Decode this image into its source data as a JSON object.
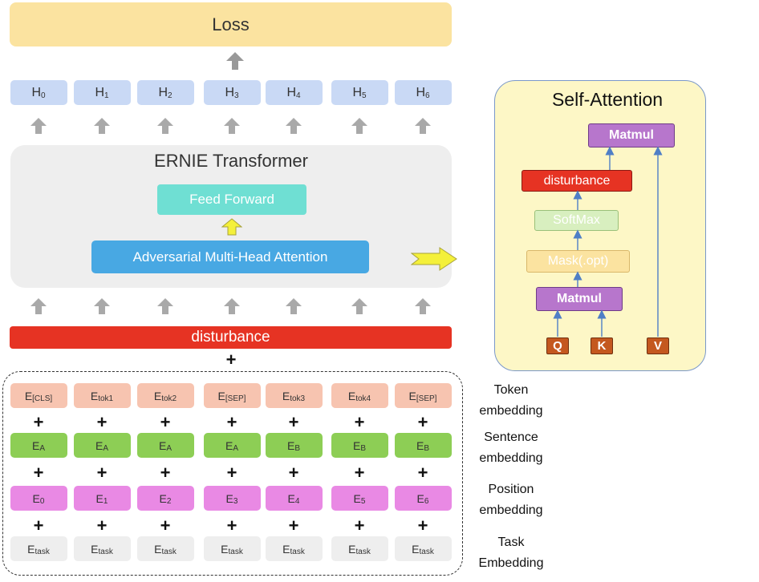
{
  "loss": "Loss",
  "outputs": [
    {
      "base": "H",
      "sub": "0"
    },
    {
      "base": "H",
      "sub": "1"
    },
    {
      "base": "H",
      "sub": "2"
    },
    {
      "base": "H",
      "sub": "3"
    },
    {
      "base": "H",
      "sub": "4"
    },
    {
      "base": "H",
      "sub": "5"
    },
    {
      "base": "H",
      "sub": "6"
    }
  ],
  "transformer": {
    "title": "ERNIE Transformer",
    "feed_forward": "Feed Forward",
    "attention": "Adversarial Multi-Head Attention"
  },
  "disturbance": "disturbance",
  "plus": "+",
  "embeddings": {
    "token": [
      {
        "base": "E",
        "sub": "[CLS]"
      },
      {
        "base": "E",
        "sub": "tok1"
      },
      {
        "base": "E",
        "sub": "tok2"
      },
      {
        "base": "E",
        "sub": "[SEP]"
      },
      {
        "base": "E",
        "sub": "tok3"
      },
      {
        "base": "E",
        "sub": "tok4"
      },
      {
        "base": "E",
        "sub": "[SEP]"
      }
    ],
    "sentence": [
      {
        "base": "E",
        "sub": "A"
      },
      {
        "base": "E",
        "sub": "A"
      },
      {
        "base": "E",
        "sub": "A"
      },
      {
        "base": "E",
        "sub": "A"
      },
      {
        "base": "E",
        "sub": "B"
      },
      {
        "base": "E",
        "sub": "B"
      },
      {
        "base": "E",
        "sub": "B"
      }
    ],
    "position": [
      {
        "base": "E",
        "sub": "0"
      },
      {
        "base": "E",
        "sub": "1"
      },
      {
        "base": "E",
        "sub": "2"
      },
      {
        "base": "E",
        "sub": "3"
      },
      {
        "base": "E",
        "sub": "4"
      },
      {
        "base": "E",
        "sub": "5"
      },
      {
        "base": "E",
        "sub": "6"
      }
    ],
    "task": [
      {
        "base": "E",
        "sub": "task"
      },
      {
        "base": "E",
        "sub": "task"
      },
      {
        "base": "E",
        "sub": "task"
      },
      {
        "base": "E",
        "sub": "task"
      },
      {
        "base": "E",
        "sub": "task"
      },
      {
        "base": "E",
        "sub": "task"
      },
      {
        "base": "E",
        "sub": "task"
      }
    ]
  },
  "row_labels": {
    "token": [
      "Token",
      "embedding"
    ],
    "sentence": [
      "Sentence",
      "embedding"
    ],
    "position": [
      "Position",
      "embedding"
    ],
    "task": [
      "Task",
      "Embedding"
    ]
  },
  "self_attention": {
    "title": "Self-Attention",
    "matmul_top": "Matmul",
    "disturbance": "disturbance",
    "softmax": "SoftMax",
    "mask": "Mask(.opt)",
    "matmul_bottom": "Matmul",
    "inputs": [
      "Q",
      "K",
      "V"
    ]
  },
  "colors": {
    "loss": "#fbe3a0",
    "hidden": "#c9d9f5",
    "transformer_bg": "#eeeeee",
    "feed_forward": "#6fdfd3",
    "attention": "#48a8e3",
    "disturbance": "#e63323",
    "token_emb": "#f7c4b0",
    "sentence_emb": "#8dce55",
    "position_emb": "#e989e4",
    "task_emb": "#eeeeee",
    "panel_bg": "#fdf7c6",
    "matmul": "#b776cc",
    "input": "#c4581f",
    "pointer_arrow": "#f4f03a"
  }
}
